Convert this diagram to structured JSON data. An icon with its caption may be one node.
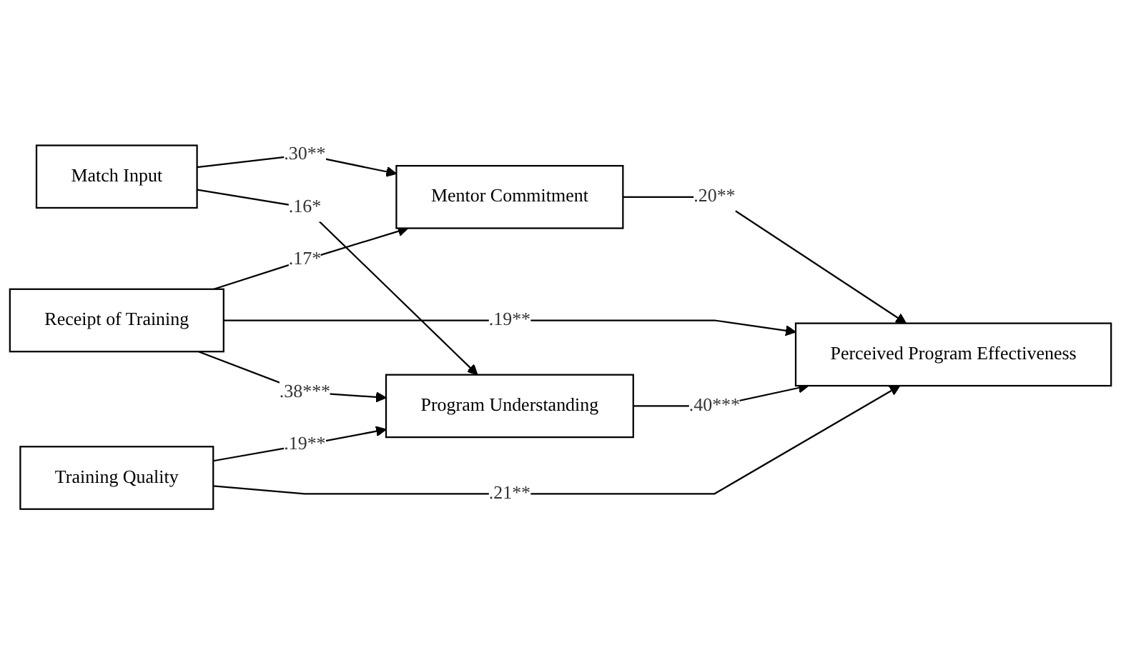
{
  "diagram": {
    "nodes": [
      {
        "text": [
          "Mentor Commitment"
        ]
      },
      {
        "text": [
          "Match Input"
        ]
      },
      {
        "text": [
          "Perceived Program Effectiveness"
        ]
      },
      {
        "text": [
          "Receipt of Training"
        ]
      },
      {
        "text": [
          "Program Understanding"
        ]
      },
      {
        "text": [
          "Training Quality"
        ]
      }
    ],
    "edges": [
      {
        "from": 1,
        "to": 0,
        "arrow": "to",
        "label": ".30**"
      },
      {
        "from": 1,
        "to": 4,
        "arrow": "to",
        "label": ".16*"
      },
      {
        "from": 3,
        "to": 0,
        "arrow": "to",
        "label": ".17*"
      },
      {
        "from": 3,
        "to": 2,
        "arrow": "to",
        "label": ".19**"
      },
      {
        "from": 3,
        "to": 4,
        "arrow": "to",
        "label": ".38***"
      },
      {
        "from": 0,
        "to": 2,
        "arrow": "to",
        "label": ".20**"
      },
      {
        "from": 4,
        "to": 2,
        "arrow": "to",
        "label": ".40***"
      },
      {
        "from": 5,
        "to": 4,
        "arrow": "to",
        "label": ".19**"
      },
      {
        "from": 5,
        "to": 2,
        "arrow": "to",
        "label": ".21**"
      }
    ]
  }
}
